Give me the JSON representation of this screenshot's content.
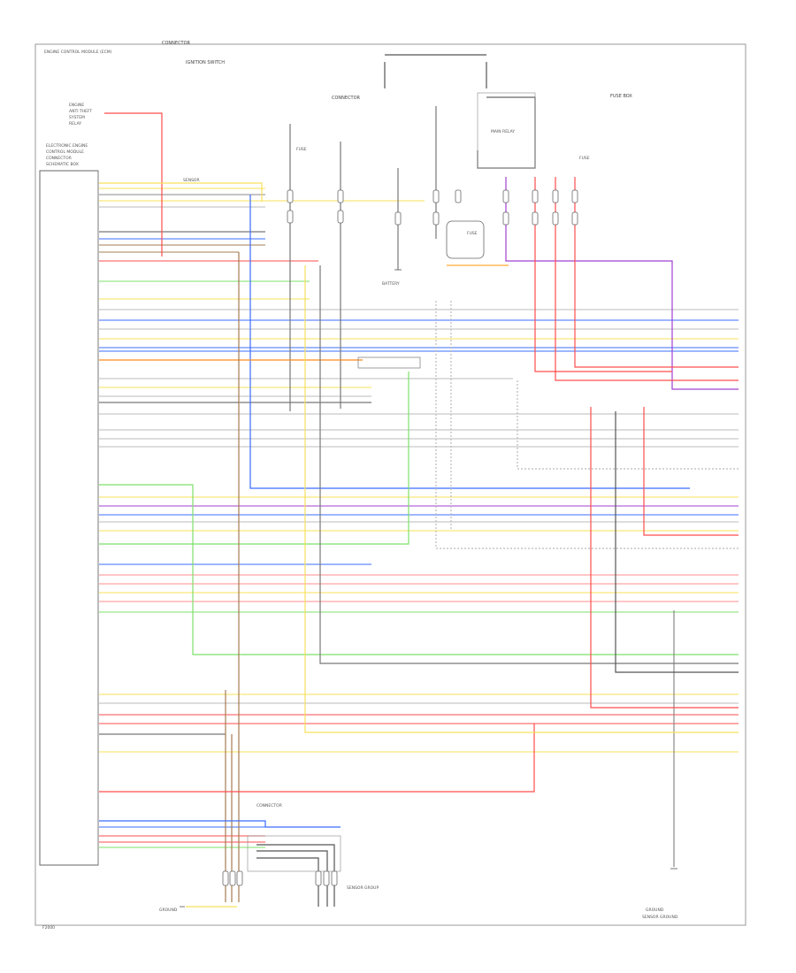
{
  "diagram": {
    "footer_code": "F2000",
    "top_labels": {
      "left_conn": "CONNECTOR",
      "ign_switch": "IGNITION SWITCH",
      "right_conn": "CONNECTOR",
      "fuse_right": "FUSE BOX"
    },
    "ecm_box_label": "ENGINE CONTROL MODULE (ECM)",
    "left_notes": [
      "ENGINE",
      "ANTI THEFT",
      "SYSTEM",
      "RELAY",
      "ELECTRONIC ENGINE",
      "CONTROL MODULE",
      "CONNECTOR",
      "SCHEMATIC BOX"
    ],
    "bottom_labels": {
      "left_ground": "GROUND",
      "center_sensor": "SENSOR GROUP",
      "center_conn": "CONNECTOR",
      "right_ground": "GROUND",
      "right_ground2": "SENSOR GROUND"
    },
    "relay_label": "MAIN RELAY",
    "fuse_labels": [
      "FUSE",
      "FUSE",
      "FUSE"
    ],
    "battery_label": "BATTERY",
    "sensor_label": "SENSOR",
    "right_box_label": "FUSE BOX"
  }
}
